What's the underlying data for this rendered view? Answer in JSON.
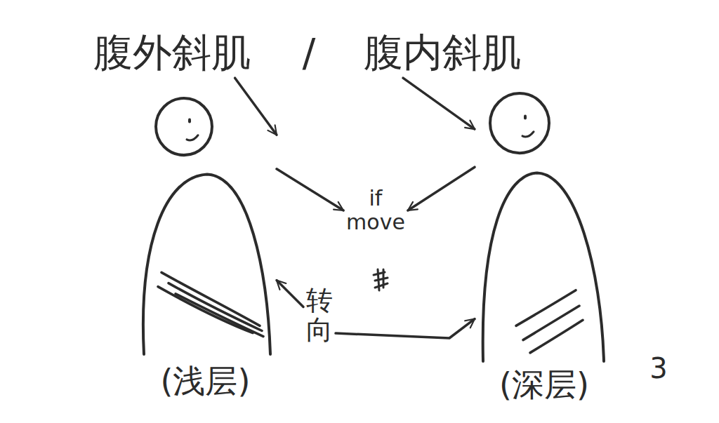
{
  "diagram": {
    "nodes": [
      {
        "text": [
          "腹外斜肌"
        ]
      },
      {
        "text": [
          "腹内斜肌"
        ]
      },
      {
        "text": [
          "if move"
        ]
      },
      {
        "text": [
          "转向"
        ]
      },
      {
        "text": [
          "(浅层)"
        ]
      },
      {
        "text": [
          "(深层)"
        ]
      }
    ],
    "edges": [
      {
        "from": 0,
        "to": 4,
        "arrow": "to"
      },
      {
        "from": 1,
        "to": 5,
        "arrow": "to"
      },
      {
        "from": 4,
        "to": 2,
        "arrow": "to"
      },
      {
        "from": 5,
        "to": 2,
        "arrow": "to"
      },
      {
        "from": 3,
        "to": 4,
        "arrow": "to"
      },
      {
        "from": 3,
        "to": 5,
        "arrow": "to"
      }
    ],
    "labels": [
      "/",
      "3"
    ]
  }
}
